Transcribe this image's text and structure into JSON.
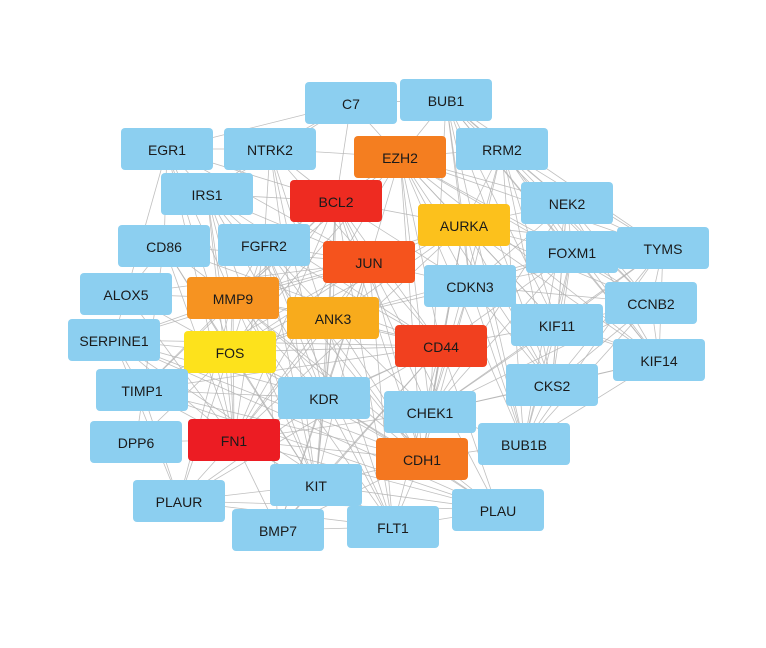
{
  "network": {
    "colors": {
      "default": "#8ccff0",
      "edge": "#b4b4b4",
      "background": "#ffffff"
    },
    "nodes": [
      {
        "id": "C7",
        "label": "C7",
        "color": "#8ccff0"
      },
      {
        "id": "BUB1",
        "label": "BUB1",
        "color": "#8ccff0"
      },
      {
        "id": "EGR1",
        "label": "EGR1",
        "color": "#8ccff0"
      },
      {
        "id": "NTRK2",
        "label": "NTRK2",
        "color": "#8ccff0"
      },
      {
        "id": "EZH2",
        "label": "EZH2",
        "color": "#f47e20"
      },
      {
        "id": "RRM2",
        "label": "RRM2",
        "color": "#8ccff0"
      },
      {
        "id": "IRS1",
        "label": "IRS1",
        "color": "#8ccff0"
      },
      {
        "id": "BCL2",
        "label": "BCL2",
        "color": "#ee2b21"
      },
      {
        "id": "NEK2",
        "label": "NEK2",
        "color": "#8ccff0"
      },
      {
        "id": "AURKA",
        "label": "AURKA",
        "color": "#fcc11c"
      },
      {
        "id": "CD86",
        "label": "CD86",
        "color": "#8ccff0"
      },
      {
        "id": "FGFR2",
        "label": "FGFR2",
        "color": "#8ccff0"
      },
      {
        "id": "FOXM1",
        "label": "FOXM1",
        "color": "#8ccff0"
      },
      {
        "id": "TYMS",
        "label": "TYMS",
        "color": "#8ccff0"
      },
      {
        "id": "JUN",
        "label": "JUN",
        "color": "#f5531d"
      },
      {
        "id": "ALOX5",
        "label": "ALOX5",
        "color": "#8ccff0"
      },
      {
        "id": "MMP9",
        "label": "MMP9",
        "color": "#f69321"
      },
      {
        "id": "CDKN3",
        "label": "CDKN3",
        "color": "#8ccff0"
      },
      {
        "id": "CCNB2",
        "label": "CCNB2",
        "color": "#8ccff0"
      },
      {
        "id": "ANK3",
        "label": "ANK3",
        "color": "#f8ab1c"
      },
      {
        "id": "KIF11",
        "label": "KIF11",
        "color": "#8ccff0"
      },
      {
        "id": "SERPINE1",
        "label": "SERPINE1",
        "color": "#8ccff0"
      },
      {
        "id": "FOS",
        "label": "FOS",
        "color": "#fde21c"
      },
      {
        "id": "CD44",
        "label": "CD44",
        "color": "#f1401f"
      },
      {
        "id": "KIF14",
        "label": "KIF14",
        "color": "#8ccff0"
      },
      {
        "id": "TIMP1",
        "label": "TIMP1",
        "color": "#8ccff0"
      },
      {
        "id": "KDR",
        "label": "KDR",
        "color": "#8ccff0"
      },
      {
        "id": "CKS2",
        "label": "CKS2",
        "color": "#8ccff0"
      },
      {
        "id": "CHEK1",
        "label": "CHEK1",
        "color": "#8ccff0"
      },
      {
        "id": "DPP6",
        "label": "DPP6",
        "color": "#8ccff0"
      },
      {
        "id": "FN1",
        "label": "FN1",
        "color": "#ec1c23"
      },
      {
        "id": "BUB1B",
        "label": "BUB1B",
        "color": "#8ccff0"
      },
      {
        "id": "CDH1",
        "label": "CDH1",
        "color": "#f47720"
      },
      {
        "id": "KIT",
        "label": "KIT",
        "color": "#8ccff0"
      },
      {
        "id": "PLAUR",
        "label": "PLAUR",
        "color": "#8ccff0"
      },
      {
        "id": "PLAU",
        "label": "PLAU",
        "color": "#8ccff0"
      },
      {
        "id": "BMP7",
        "label": "BMP7",
        "color": "#8ccff0"
      },
      {
        "id": "FLT1",
        "label": "FLT1",
        "color": "#8ccff0"
      }
    ],
    "edges": [
      [
        "FN1",
        "CD44"
      ],
      [
        "FN1",
        "JUN"
      ],
      [
        "FN1",
        "BCL2"
      ],
      [
        "FN1",
        "FOS"
      ],
      [
        "FN1",
        "MMP9"
      ],
      [
        "FN1",
        "CDH1"
      ],
      [
        "FN1",
        "KDR"
      ],
      [
        "FN1",
        "KIT"
      ],
      [
        "FN1",
        "PLAU"
      ],
      [
        "FN1",
        "PLAUR"
      ],
      [
        "FN1",
        "TIMP1"
      ],
      [
        "FN1",
        "SERPINE1"
      ],
      [
        "FN1",
        "IRS1"
      ],
      [
        "FN1",
        "FGFR2"
      ],
      [
        "FN1",
        "FLT1"
      ],
      [
        "FN1",
        "BMP7"
      ],
      [
        "FN1",
        "EGR1"
      ],
      [
        "FN1",
        "ANK3"
      ],
      [
        "FN1",
        "CD86"
      ],
      [
        "FN1",
        "ALOX5"
      ],
      [
        "FN1",
        "DPP6"
      ],
      [
        "FN1",
        "AURKA"
      ],
      [
        "FN1",
        "EZH2"
      ],
      [
        "FN1",
        "CHEK1"
      ],
      [
        "BCL2",
        "JUN"
      ],
      [
        "BCL2",
        "FOS"
      ],
      [
        "BCL2",
        "CD44"
      ],
      [
        "BCL2",
        "EZH2"
      ],
      [
        "BCL2",
        "MMP9"
      ],
      [
        "BCL2",
        "CDH1"
      ],
      [
        "BCL2",
        "KIT"
      ],
      [
        "BCL2",
        "IRS1"
      ],
      [
        "BCL2",
        "NTRK2"
      ],
      [
        "BCL2",
        "EGR1"
      ],
      [
        "BCL2",
        "FGFR2"
      ],
      [
        "BCL2",
        "AURKA"
      ],
      [
        "BCL2",
        "ANK3"
      ],
      [
        "BCL2",
        "CDKN3"
      ],
      [
        "BCL2",
        "C7"
      ],
      [
        "BCL2",
        "KDR"
      ],
      [
        "BCL2",
        "CHEK1"
      ],
      [
        "BCL2",
        "FLT1"
      ],
      [
        "BCL2",
        "TIMP1"
      ],
      [
        "CD44",
        "JUN"
      ],
      [
        "CD44",
        "MMP9"
      ],
      [
        "CD44",
        "FOS"
      ],
      [
        "CD44",
        "CDH1"
      ],
      [
        "CD44",
        "EZH2"
      ],
      [
        "CD44",
        "AURKA"
      ],
      [
        "CD44",
        "KIT"
      ],
      [
        "CD44",
        "PLAU"
      ],
      [
        "CD44",
        "PLAUR"
      ],
      [
        "CD44",
        "SERPINE1"
      ],
      [
        "CD44",
        "KDR"
      ],
      [
        "CD44",
        "FLT1"
      ],
      [
        "CD44",
        "ANK3"
      ],
      [
        "CD44",
        "TIMP1"
      ],
      [
        "CD44",
        "CD86"
      ],
      [
        "CD44",
        "IRS1"
      ],
      [
        "CD44",
        "FGFR2"
      ],
      [
        "CD44",
        "BMP7"
      ],
      [
        "CD44",
        "CHEK1"
      ],
      [
        "CD44",
        "FOXM1"
      ],
      [
        "CD44",
        "KIF11"
      ],
      [
        "JUN",
        "FOS"
      ],
      [
        "JUN",
        "MMP9"
      ],
      [
        "JUN",
        "EGR1"
      ],
      [
        "JUN",
        "CDH1"
      ],
      [
        "JUN",
        "EZH2"
      ],
      [
        "JUN",
        "AURKA"
      ],
      [
        "JUN",
        "ANK3"
      ],
      [
        "JUN",
        "IRS1"
      ],
      [
        "JUN",
        "FGFR2"
      ],
      [
        "JUN",
        "NTRK2"
      ],
      [
        "JUN",
        "KDR"
      ],
      [
        "JUN",
        "PLAU"
      ],
      [
        "JUN",
        "SERPINE1"
      ],
      [
        "JUN",
        "TIMP1"
      ],
      [
        "JUN",
        "ALOX5"
      ],
      [
        "JUN",
        "CD86"
      ],
      [
        "JUN",
        "KIT"
      ],
      [
        "JUN",
        "FLT1"
      ],
      [
        "JUN",
        "CDKN3"
      ],
      [
        "JUN",
        "BMP7"
      ],
      [
        "EZH2",
        "AURKA"
      ],
      [
        "EZH2",
        "CDH1"
      ],
      [
        "EZH2",
        "MMP9"
      ],
      [
        "EZH2",
        "FOXM1"
      ],
      [
        "EZH2",
        "BUB1"
      ],
      [
        "EZH2",
        "RRM2"
      ],
      [
        "EZH2",
        "NEK2"
      ],
      [
        "EZH2",
        "TYMS"
      ],
      [
        "EZH2",
        "CDKN3"
      ],
      [
        "EZH2",
        "CHEK1"
      ],
      [
        "EZH2",
        "KIF11"
      ],
      [
        "EZH2",
        "CCNB2"
      ],
      [
        "EZH2",
        "KIF14"
      ],
      [
        "EZH2",
        "CKS2"
      ],
      [
        "EZH2",
        "BUB1B"
      ],
      [
        "EZH2",
        "FOS"
      ],
      [
        "EZH2",
        "C7"
      ],
      [
        "EZH2",
        "NTRK2"
      ],
      [
        "AURKA",
        "BUB1"
      ],
      [
        "AURKA",
        "RRM2"
      ],
      [
        "AURKA",
        "NEK2"
      ],
      [
        "AURKA",
        "FOXM1"
      ],
      [
        "AURKA",
        "TYMS"
      ],
      [
        "AURKA",
        "CDKN3"
      ],
      [
        "AURKA",
        "CCNB2"
      ],
      [
        "AURKA",
        "KIF11"
      ],
      [
        "AURKA",
        "KIF14"
      ],
      [
        "AURKA",
        "CKS2"
      ],
      [
        "AURKA",
        "CHEK1"
      ],
      [
        "AURKA",
        "BUB1B"
      ],
      [
        "AURKA",
        "CDH1"
      ],
      [
        "AURKA",
        "MMP9"
      ],
      [
        "AURKA",
        "FOS"
      ],
      [
        "AURKA",
        "ANK3"
      ],
      [
        "FOS",
        "MMP9"
      ],
      [
        "FOS",
        "EGR1"
      ],
      [
        "FOS",
        "CDH1"
      ],
      [
        "FOS",
        "ANK3"
      ],
      [
        "FOS",
        "TIMP1"
      ],
      [
        "FOS",
        "SERPINE1"
      ],
      [
        "FOS",
        "IRS1"
      ],
      [
        "FOS",
        "FGFR2"
      ],
      [
        "FOS",
        "KDR"
      ],
      [
        "FOS",
        "ALOX5"
      ],
      [
        "FOS",
        "CD86"
      ],
      [
        "FOS",
        "PLAUR"
      ],
      [
        "FOS",
        "DPP6"
      ],
      [
        "FOS",
        "KIT"
      ],
      [
        "MMP9",
        "TIMP1"
      ],
      [
        "MMP9",
        "SERPINE1"
      ],
      [
        "MMP9",
        "PLAU"
      ],
      [
        "MMP9",
        "PLAUR"
      ],
      [
        "MMP9",
        "CDH1"
      ],
      [
        "MMP9",
        "KDR"
      ],
      [
        "MMP9",
        "ALOX5"
      ],
      [
        "MMP9",
        "CD86"
      ],
      [
        "MMP9",
        "EGR1"
      ],
      [
        "MMP9",
        "ANK3"
      ],
      [
        "MMP9",
        "IRS1"
      ],
      [
        "MMP9",
        "FGFR2"
      ],
      [
        "MMP9",
        "FLT1"
      ],
      [
        "MMP9",
        "KIT"
      ],
      [
        "CDH1",
        "ANK3"
      ],
      [
        "CDH1",
        "KIT"
      ],
      [
        "CDH1",
        "FGFR2"
      ],
      [
        "CDH1",
        "KDR"
      ],
      [
        "CDH1",
        "PLAU"
      ],
      [
        "CDH1",
        "FLT1"
      ],
      [
        "CDH1",
        "BMP7"
      ],
      [
        "CDH1",
        "CHEK1"
      ],
      [
        "CDH1",
        "BUB1B"
      ],
      [
        "CDH1",
        "TIMP1"
      ],
      [
        "CDH1",
        "SERPINE1"
      ],
      [
        "CDH1",
        "IRS1"
      ],
      [
        "CDH1",
        "CDKN3"
      ],
      [
        "ANK3",
        "KDR"
      ],
      [
        "ANK3",
        "FGFR2"
      ],
      [
        "ANK3",
        "KIT"
      ],
      [
        "ANK3",
        "TIMP1"
      ],
      [
        "ANK3",
        "FOXM1"
      ],
      [
        "ANK3",
        "CDKN3"
      ],
      [
        "ANK3",
        "CHEK1"
      ],
      [
        "KDR",
        "FLT1"
      ],
      [
        "KDR",
        "KIT"
      ],
      [
        "KDR",
        "FGFR2"
      ],
      [
        "KDR",
        "PLAU"
      ],
      [
        "KDR",
        "PLAUR"
      ],
      [
        "KDR",
        "SERPINE1"
      ],
      [
        "KDR",
        "BMP7"
      ],
      [
        "KDR",
        "TIMP1"
      ],
      [
        "KDR",
        "IRS1"
      ],
      [
        "KDR",
        "NTRK2"
      ],
      [
        "KIT",
        "FLT1"
      ],
      [
        "KIT",
        "FGFR2"
      ],
      [
        "KIT",
        "PLAU"
      ],
      [
        "KIT",
        "BMP7"
      ],
      [
        "KIT",
        "IRS1"
      ],
      [
        "KIT",
        "CD86"
      ],
      [
        "KIT",
        "PLAUR"
      ],
      [
        "KIT",
        "NTRK2"
      ],
      [
        "FLT1",
        "PLAU"
      ],
      [
        "FLT1",
        "PLAUR"
      ],
      [
        "FLT1",
        "BMP7"
      ],
      [
        "FLT1",
        "FGFR2"
      ],
      [
        "FLT1",
        "SERPINE1"
      ],
      [
        "FLT1",
        "NTRK2"
      ],
      [
        "PLAU",
        "PLAUR"
      ],
      [
        "PLAU",
        "SERPINE1"
      ],
      [
        "PLAU",
        "TIMP1"
      ],
      [
        "PLAUR",
        "SERPINE1"
      ],
      [
        "SERPINE1",
        "TIMP1"
      ],
      [
        "TIMP1",
        "PLAUR"
      ],
      [
        "IRS1",
        "FGFR2"
      ],
      [
        "IRS1",
        "NTRK2"
      ],
      [
        "IRS1",
        "EGR1"
      ],
      [
        "FGFR2",
        "NTRK2"
      ],
      [
        "FGFR2",
        "BMP7"
      ],
      [
        "EGR1",
        "NTRK2"
      ],
      [
        "EGR1",
        "CD86"
      ],
      [
        "EGR1",
        "ALOX5"
      ],
      [
        "CD86",
        "ALOX5"
      ],
      [
        "CD86",
        "DPP6"
      ],
      [
        "ALOX5",
        "SERPINE1"
      ],
      [
        "BUB1",
        "RRM2"
      ],
      [
        "BUB1",
        "NEK2"
      ],
      [
        "BUB1",
        "FOXM1"
      ],
      [
        "BUB1",
        "TYMS"
      ],
      [
        "BUB1",
        "CDKN3"
      ],
      [
        "BUB1",
        "CCNB2"
      ],
      [
        "BUB1",
        "KIF11"
      ],
      [
        "BUB1",
        "KIF14"
      ],
      [
        "BUB1",
        "CKS2"
      ],
      [
        "BUB1",
        "CHEK1"
      ],
      [
        "BUB1",
        "BUB1B"
      ],
      [
        "BUB1",
        "C7"
      ],
      [
        "RRM2",
        "NEK2"
      ],
      [
        "RRM2",
        "FOXM1"
      ],
      [
        "RRM2",
        "TYMS"
      ],
      [
        "RRM2",
        "CDKN3"
      ],
      [
        "RRM2",
        "CCNB2"
      ],
      [
        "RRM2",
        "KIF11"
      ],
      [
        "RRM2",
        "KIF14"
      ],
      [
        "RRM2",
        "CKS2"
      ],
      [
        "RRM2",
        "CHEK1"
      ],
      [
        "RRM2",
        "BUB1B"
      ],
      [
        "NEK2",
        "FOXM1"
      ],
      [
        "NEK2",
        "TYMS"
      ],
      [
        "NEK2",
        "CDKN3"
      ],
      [
        "NEK2",
        "CCNB2"
      ],
      [
        "NEK2",
        "KIF11"
      ],
      [
        "NEK2",
        "KIF14"
      ],
      [
        "NEK2",
        "CKS2"
      ],
      [
        "NEK2",
        "CHEK1"
      ],
      [
        "NEK2",
        "BUB1B"
      ],
      [
        "FOXM1",
        "TYMS"
      ],
      [
        "FOXM1",
        "CDKN3"
      ],
      [
        "FOXM1",
        "CCNB2"
      ],
      [
        "FOXM1",
        "KIF11"
      ],
      [
        "FOXM1",
        "KIF14"
      ],
      [
        "FOXM1",
        "CKS2"
      ],
      [
        "FOXM1",
        "CHEK1"
      ],
      [
        "FOXM1",
        "BUB1B"
      ],
      [
        "TYMS",
        "CDKN3"
      ],
      [
        "TYMS",
        "CCNB2"
      ],
      [
        "TYMS",
        "KIF11"
      ],
      [
        "TYMS",
        "KIF14"
      ],
      [
        "TYMS",
        "CKS2"
      ],
      [
        "TYMS",
        "CHEK1"
      ],
      [
        "TYMS",
        "BUB1B"
      ],
      [
        "CDKN3",
        "CCNB2"
      ],
      [
        "CDKN3",
        "KIF11"
      ],
      [
        "CDKN3",
        "KIF14"
      ],
      [
        "CDKN3",
        "CKS2"
      ],
      [
        "CDKN3",
        "CHEK1"
      ],
      [
        "CDKN3",
        "BUB1B"
      ],
      [
        "CCNB2",
        "KIF11"
      ],
      [
        "CCNB2",
        "KIF14"
      ],
      [
        "CCNB2",
        "CKS2"
      ],
      [
        "CCNB2",
        "CHEK1"
      ],
      [
        "CCNB2",
        "BUB1B"
      ],
      [
        "KIF11",
        "KIF14"
      ],
      [
        "KIF11",
        "CKS2"
      ],
      [
        "KIF11",
        "CHEK1"
      ],
      [
        "KIF11",
        "BUB1B"
      ],
      [
        "KIF14",
        "CKS2"
      ],
      [
        "KIF14",
        "CHEK1"
      ],
      [
        "KIF14",
        "BUB1B"
      ],
      [
        "CKS2",
        "CHEK1"
      ],
      [
        "CKS2",
        "BUB1B"
      ],
      [
        "CHEK1",
        "BUB1B"
      ],
      [
        "C7",
        "NTRK2"
      ],
      [
        "C7",
        "IRS1"
      ],
      [
        "C7",
        "EGR1"
      ]
    ]
  }
}
